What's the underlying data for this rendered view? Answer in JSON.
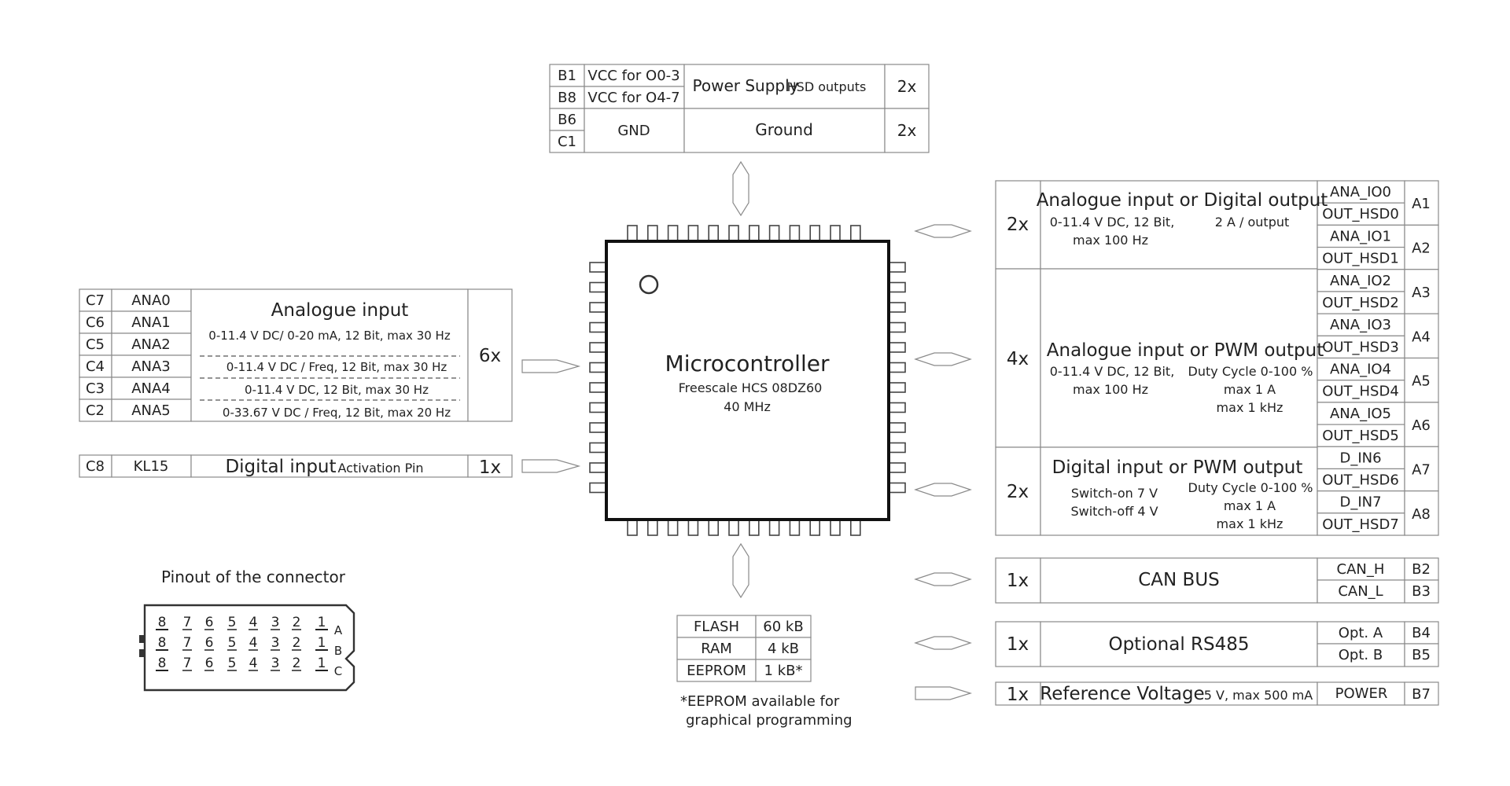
{
  "power_table": {
    "rows": [
      {
        "pin": "B1",
        "signal": "VCC for O0-3"
      },
      {
        "pin": "B8",
        "signal": "VCC for O4-7"
      },
      {
        "pin": "B6"
      },
      {
        "pin": "C1"
      }
    ],
    "gnd_label": "GND",
    "supply_title": "Power Supply",
    "supply_sub": "HSD outputs",
    "supply_count": "2x",
    "ground_title": "Ground",
    "ground_count": "2x"
  },
  "analogue_input": {
    "rows": [
      {
        "pin": "C7",
        "signal": "ANA0"
      },
      {
        "pin": "C6",
        "signal": "ANA1"
      },
      {
        "pin": "C5",
        "signal": "ANA2"
      },
      {
        "pin": "C4",
        "signal": "ANA3"
      },
      {
        "pin": "C3",
        "signal": "ANA4"
      },
      {
        "pin": "C2",
        "signal": "ANA5"
      }
    ],
    "title": "Analogue input",
    "spec1": "0-11.4 V DC/ 0-20 mA, 12 Bit, max 30 Hz",
    "spec2": "0-11.4 V DC / Freq, 12 Bit, max 30 Hz",
    "spec3": "0-11.4 V DC, 12 Bit, max 30 Hz",
    "spec4": "0-33.67 V DC / Freq, 12 Bit, max 20 Hz",
    "count": "6x"
  },
  "digital_input": {
    "pin": "C8",
    "signal": "KL15",
    "title": "Digital input",
    "sub": "Activation Pin",
    "count": "1x"
  },
  "connector": {
    "title": "Pinout of the connector",
    "numbers": [
      "8",
      "7",
      "6",
      "5",
      "4",
      "3",
      "2",
      "1"
    ],
    "rows": [
      "A",
      "B",
      "C"
    ]
  },
  "mcu": {
    "title": "Microcontroller",
    "line1": "Freescale HCS 08DZ60",
    "line2": "40 MHz"
  },
  "memory": {
    "rows": [
      {
        "name": "FLASH",
        "size": "60 kB"
      },
      {
        "name": "RAM",
        "size": "4 kB"
      },
      {
        "name": "EEPROM",
        "size": "1 kB*"
      }
    ],
    "note1": "*EEPROM available for",
    "note2": "graphical programming"
  },
  "right": {
    "group1": {
      "count": "2x",
      "title": "Analogue input or Digital output",
      "spec_a1": "0-11.4 V DC, 12 Bit,",
      "spec_a2": "max 100 Hz",
      "spec_b1": "2 A / output"
    },
    "group2": {
      "count": "4x",
      "title": "Analogue input or PWM output",
      "spec_a1": "0-11.4 V DC, 12 Bit,",
      "spec_a2": "max 100 Hz",
      "spec_b1": "Duty Cycle 0-100 %",
      "spec_b2": "max 1 A",
      "spec_b3": "max 1 kHz"
    },
    "group3": {
      "count": "2x",
      "title": "Digital input or PWM output",
      "spec_a1": "Switch-on 7 V",
      "spec_a2": "Switch-off 4 V",
      "spec_b1": "Duty Cycle 0-100 %",
      "spec_b2": "max 1 A",
      "spec_b3": "max 1 kHz"
    },
    "io_rows": [
      {
        "signal": "ANA_IO0"
      },
      {
        "signal": "OUT_HSD0"
      },
      {
        "signal": "ANA_IO1"
      },
      {
        "signal": "OUT_HSD1"
      },
      {
        "signal": "ANA_IO2"
      },
      {
        "signal": "OUT_HSD2"
      },
      {
        "signal": "ANA_IO3"
      },
      {
        "signal": "OUT_HSD3"
      },
      {
        "signal": "ANA_IO4"
      },
      {
        "signal": "OUT_HSD4"
      },
      {
        "signal": "ANA_IO5"
      },
      {
        "signal": "OUT_HSD5"
      },
      {
        "signal": "D_IN6"
      },
      {
        "signal": "OUT_HSD6"
      },
      {
        "signal": "D_IN7"
      },
      {
        "signal": "OUT_HSD7"
      }
    ],
    "io_pins": [
      "A1",
      "A2",
      "A3",
      "A4",
      "A5",
      "A6",
      "A7",
      "A8"
    ],
    "can": {
      "count": "1x",
      "title": "CAN BUS",
      "sig1": "CAN_H",
      "pin1": "B2",
      "sig2": "CAN_L",
      "pin2": "B3"
    },
    "rs485": {
      "count": "1x",
      "title": "Optional RS485",
      "sig1": "Opt. A",
      "pin1": "B4",
      "sig2": "Opt. B",
      "pin2": "B5"
    },
    "ref": {
      "count": "1x",
      "title": "Reference Voltage",
      "sub": "5 V, max 500 mA",
      "sig": "POWER",
      "pin": "B7"
    }
  }
}
